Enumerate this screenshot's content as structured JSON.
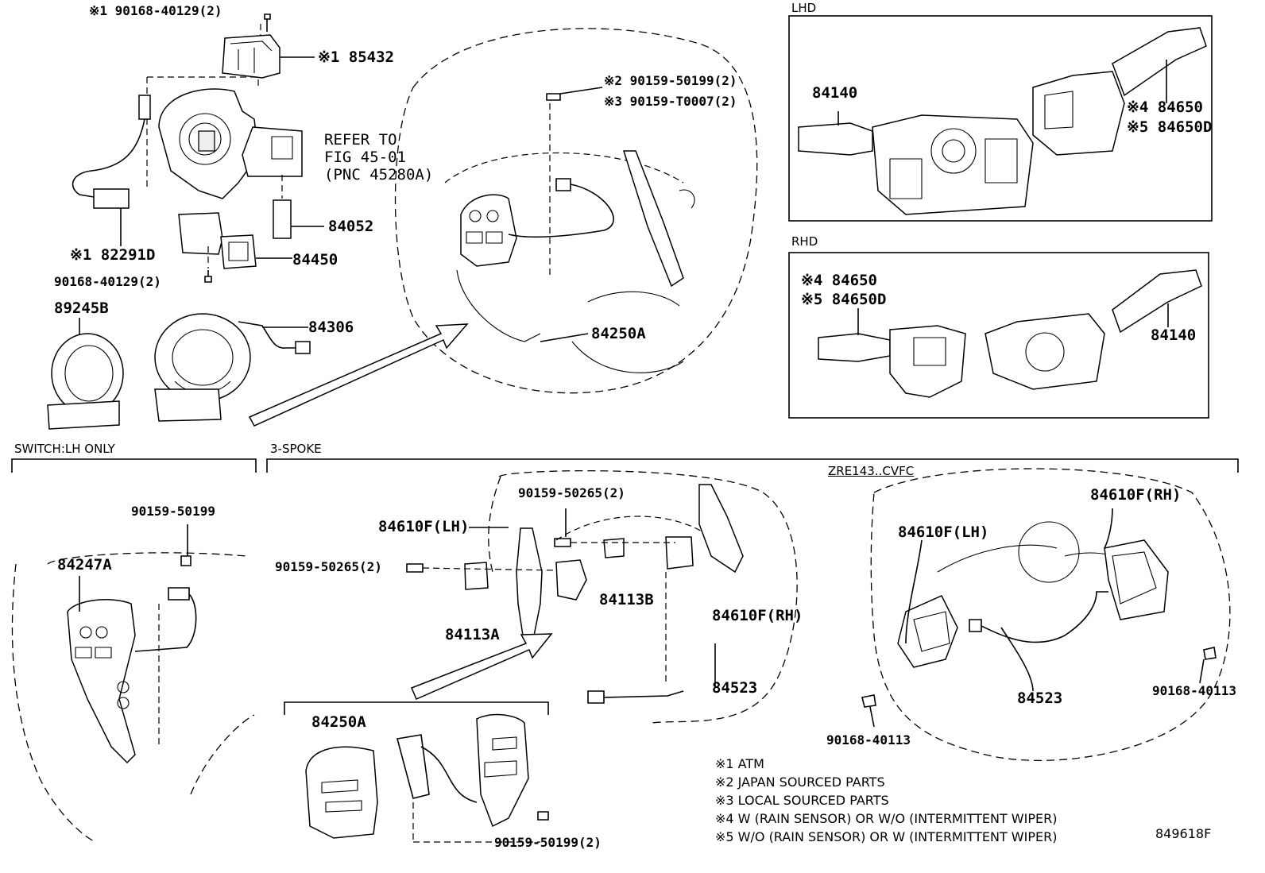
{
  "sections": {
    "lhd": "LHD",
    "rhd": "RHD",
    "switch_lh_only": "SWITCH:LH ONLY",
    "three_spoke": "3-SPOKE",
    "zre143": "ZRE143..CVFC"
  },
  "labels": {
    "bolt_top": "※1 90168-40129(2)",
    "p85432": "※1 85432",
    "refer1": "REFER TO",
    "refer2": "FIG 45-01",
    "refer3": "(PNC 45280A)",
    "p84052": "84052",
    "p82291d": "※1 82291D",
    "p84450": "84450",
    "bolt_mid": "90168-40129(2)",
    "p89245b": "89245B",
    "p84306": "84306",
    "screw2": "※2 90159-50199(2)",
    "screw3": "※3 90159-T0007(2)",
    "p84250a_top": "84250A",
    "lhd_84140": "84140",
    "lhd_84650": "※4 84650",
    "lhd_84650d": "※5 84650D",
    "rhd_84650": "※4 84650",
    "rhd_84650d": "※5 84650D",
    "rhd_84140": "84140",
    "sw_screw": "90159-50199",
    "sw_84247a": "84247A",
    "sp_screw_a": "90159-50265(2)",
    "sp_screw_b": "90159-50265(2)",
    "sp_84610f_lh": "84610F(LH)",
    "sp_84113b": "84113B",
    "sp_84113a": "84113A",
    "sp_84610f_rh": "84610F(RH)",
    "sp_84523": "84523",
    "sp_84250a": "84250A",
    "sp_screw_c": "90159-50199(2)",
    "z_84610f_rh": "84610F(RH)",
    "z_84610f_lh": "84610F(LH)",
    "z_84523": "84523",
    "z_90168_a": "90168-40113",
    "z_90168_b": "90168-40113"
  },
  "notes": [
    "※1 ATM",
    "※2 JAPAN SOURCED PARTS",
    "※3 LOCAL SOURCED PARTS",
    "※4 W (RAIN SENSOR) OR W/O (INTERMITTENT WIPER)",
    "※5 W/O (RAIN SENSOR) OR W (INTERMITTENT WIPER)"
  ],
  "figure_id": "849618F"
}
